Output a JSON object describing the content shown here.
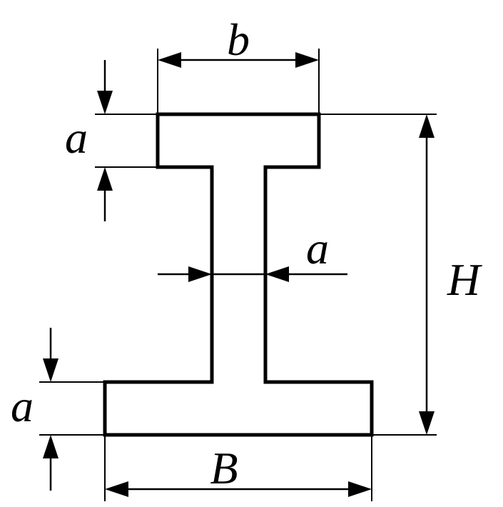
{
  "diagram": {
    "labels": {
      "top_flange_width": "b",
      "bottom_flange_width": "B",
      "height": "H",
      "top_flange_thickness": "a",
      "web_thickness": "a",
      "bottom_flange_thickness": "a"
    }
  }
}
